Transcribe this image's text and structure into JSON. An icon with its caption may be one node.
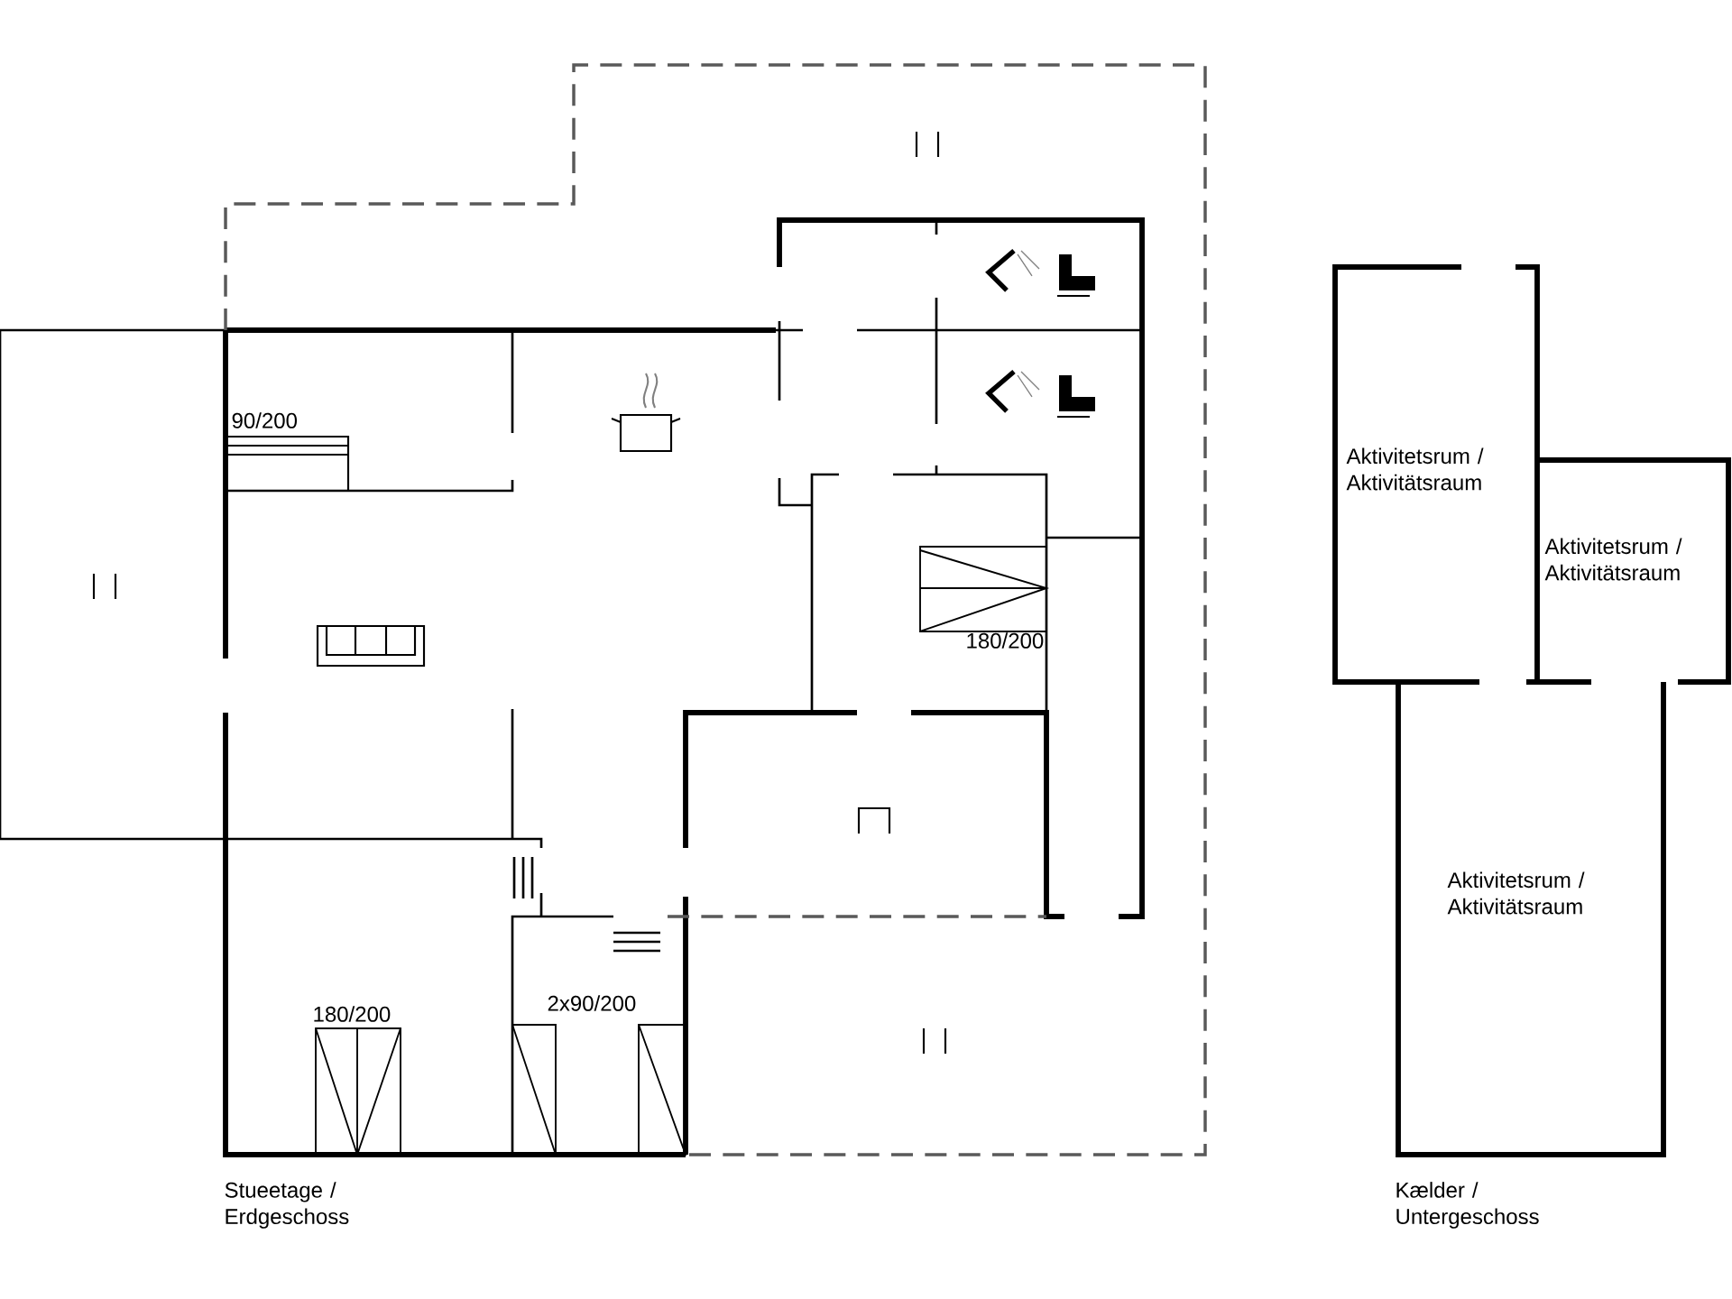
{
  "diagram": {
    "labels": [
      "90/200",
      "Aktivitetsrum / Aktivitätsraum",
      "Aktivitetsrum / Aktivitätsraum",
      "180/200",
      "Aktivitetsrum / Aktivitätsraum",
      "180/200",
      "2x90/200",
      "Stueetage / Erdgeschoss",
      "Kælder / Untergeschoss"
    ]
  }
}
